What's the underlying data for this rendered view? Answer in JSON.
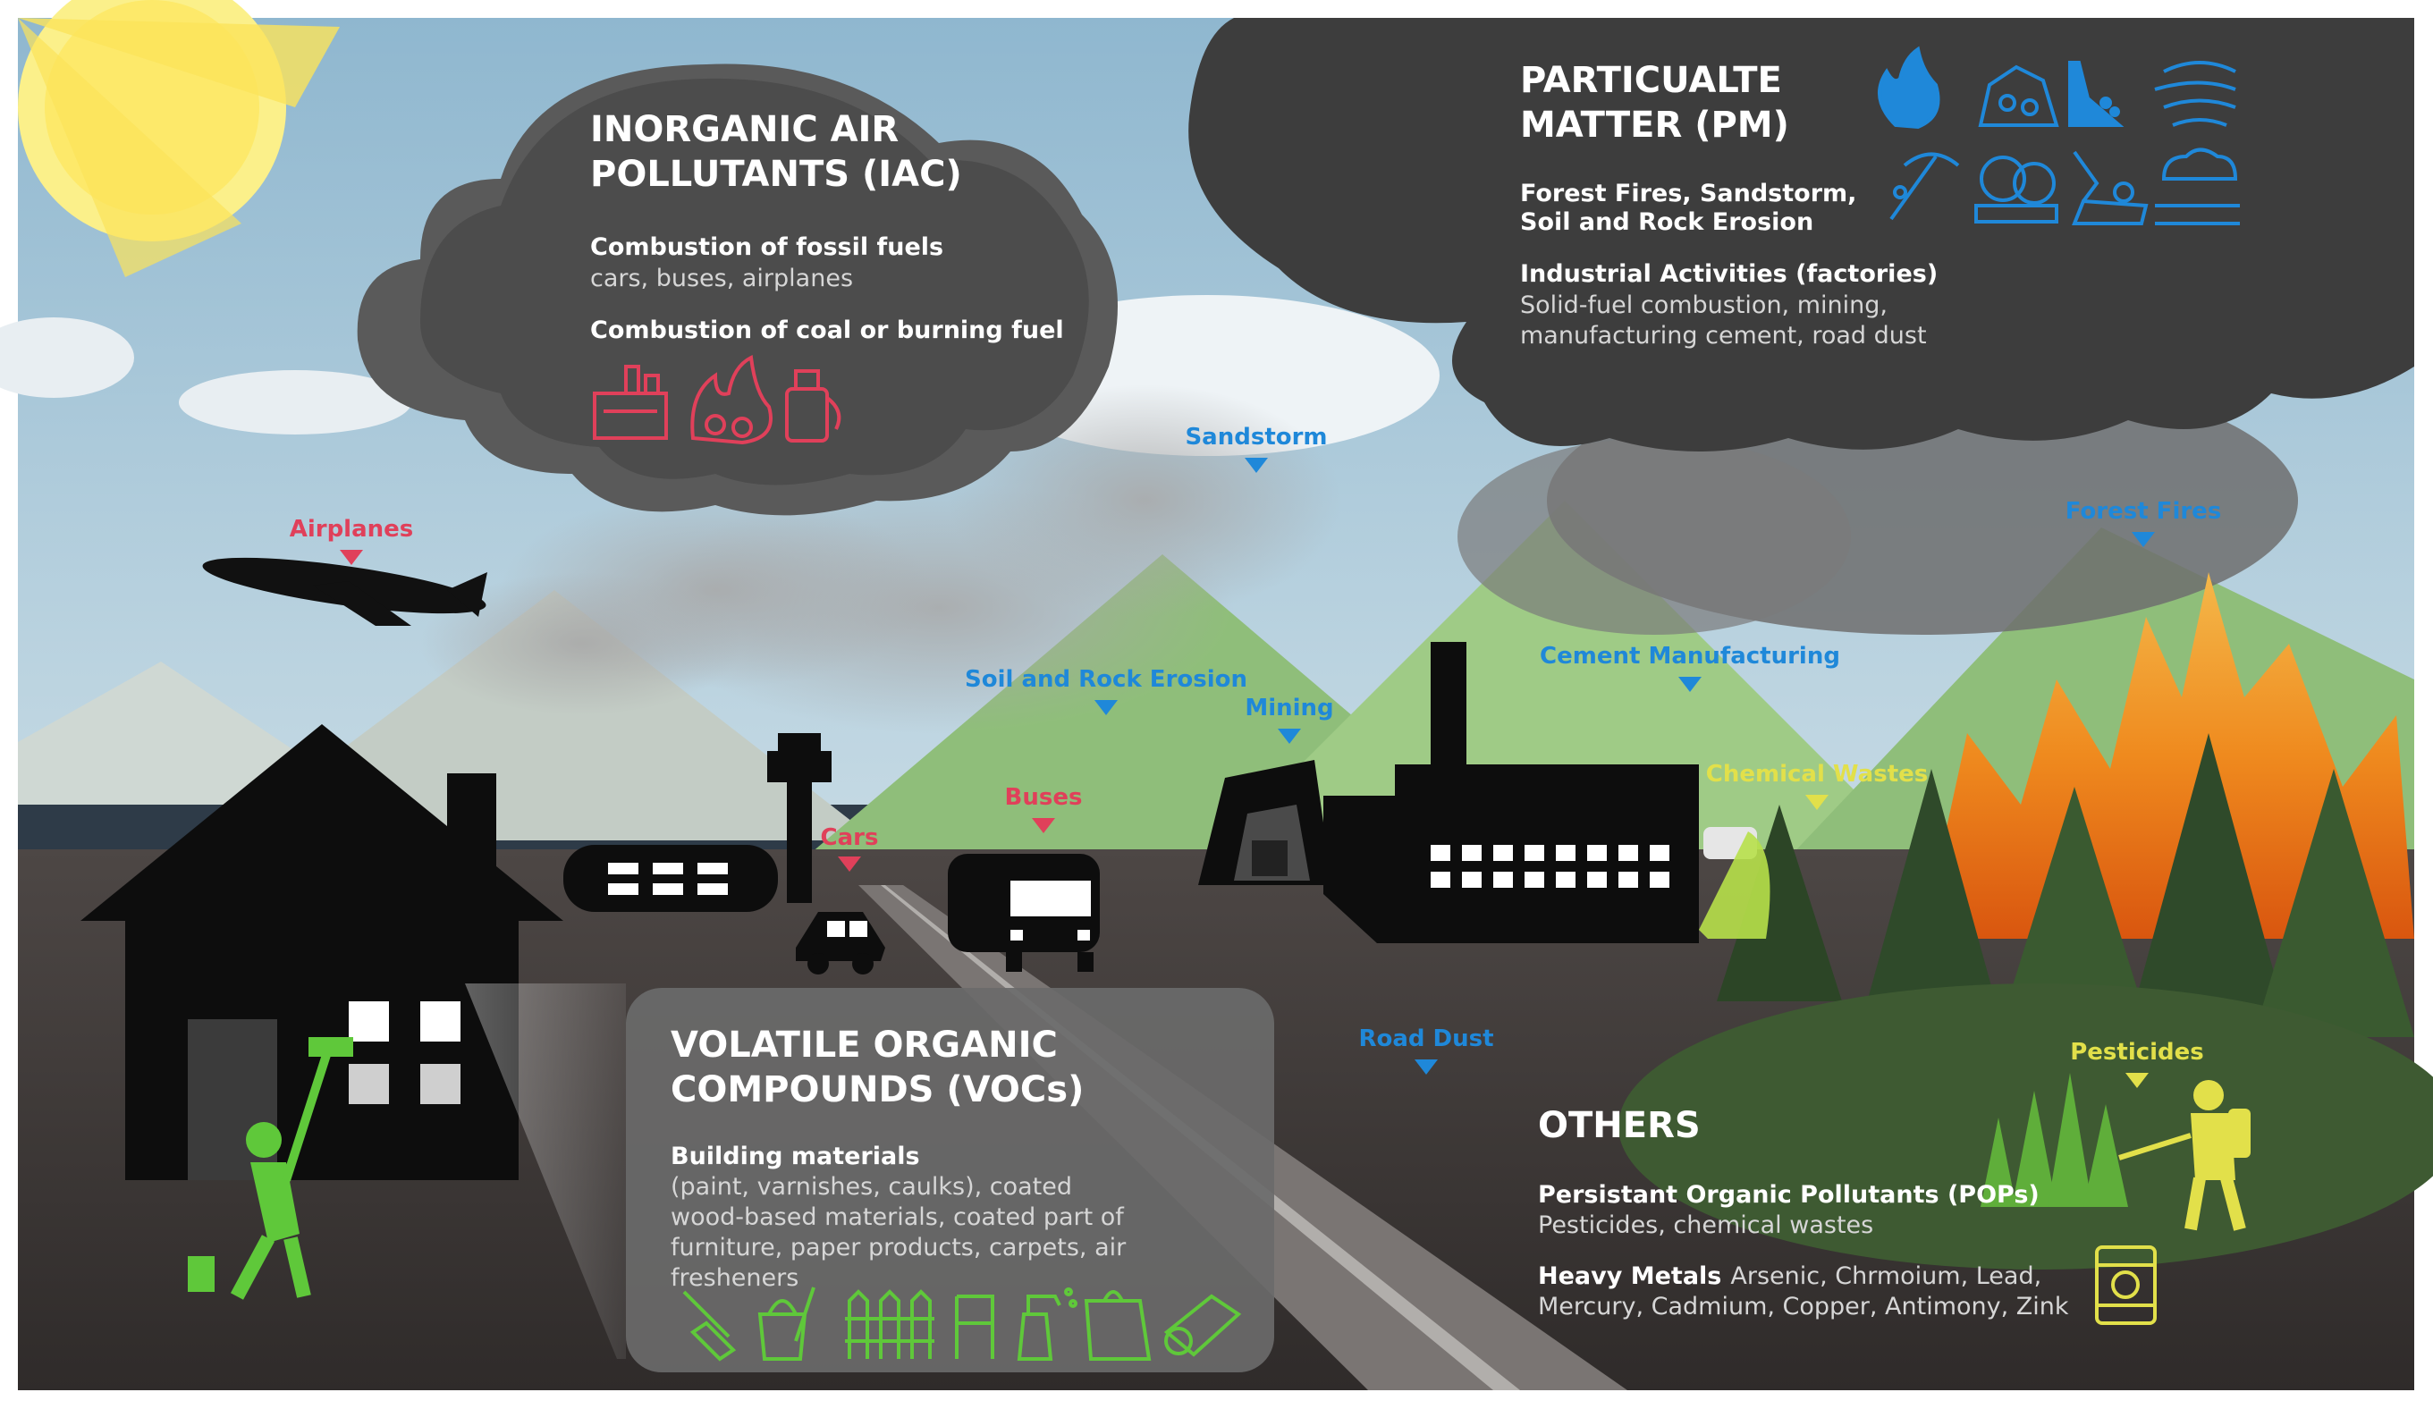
{
  "colors": {
    "iac_accent": "#e0405a",
    "pm_accent": "#1f88d9",
    "voc_accent": "#5fc83a",
    "others_accent": "#e2e04a",
    "panel_dark": "#3a3a3a",
    "panel_mid": "#5a5a5a"
  },
  "iac": {
    "title_line1": "INORGANIC AIR",
    "title_line2": "POLLUTANTS (IAC)",
    "heading1": "Combustion of fossil fuels",
    "text1": "cars, buses, airplanes",
    "heading2": "Combustion of coal or burning fuel",
    "icons": [
      "factory-icon",
      "burning-coal-icon",
      "fuel-can-icon"
    ]
  },
  "pm": {
    "title_line1": "PARTICUALTE",
    "title_line2": "MATTER (PM)",
    "heading1_line1": "Forest Fires, Sandstorm,",
    "heading1_line2": "Soil and Rock Erosion",
    "heading2": "Industrial Activities (factories)",
    "text2_line1": "Solid-fuel combustion, mining,",
    "text2_line2": "manufacturing cement, road dust",
    "icons": [
      "fire-icon",
      "rock-pile-icon",
      "landslide-icon",
      "sandstorm-icon",
      "mining-pick-icon",
      "cement-mixer-icon",
      "excavator-icon",
      "road-dust-icon"
    ]
  },
  "voc": {
    "title_line1": "VOLATILE ORGANIC",
    "title_line2": "COMPOUNDS (VOCs)",
    "heading": "Building materials",
    "text_line1": "(paint, varnishes, caulks), coated",
    "text_line2": "wood-based materials, coated part of",
    "text_line3": "furniture, paper products, carpets, air",
    "text_line4": "fresheners",
    "icons": [
      "caulk-gun-icon",
      "paint-bucket-icon",
      "fence-icon",
      "chair-icon",
      "spray-bottle-icon",
      "paper-bag-icon",
      "carpet-roll-icon"
    ]
  },
  "others": {
    "title": "OTHERS",
    "heading1": "Persistant Organic Pollutants (POPs)",
    "text1": "Pesticides, chemical wastes",
    "heading2": "Heavy Metals",
    "text2_line1": "Arsenic, Chrmoium, Lead,",
    "text2_line2": "Mercury, Cadmium, Copper, Antimony, Zink",
    "icon": "toxic-barrel-icon"
  },
  "labels": {
    "airplanes": "Airplanes",
    "cars": "Cars",
    "buses": "Buses",
    "sandstorm": "Sandstorm",
    "soil_rock_erosion": "Soil and Rock Erosion",
    "mining": "Mining",
    "cement_manufacturing": "Cement Manufacturing",
    "forest_fires": "Forest Fires",
    "chemical_wastes": "Chemical Wastes",
    "road_dust": "Road Dust",
    "pesticides": "Pesticides"
  }
}
